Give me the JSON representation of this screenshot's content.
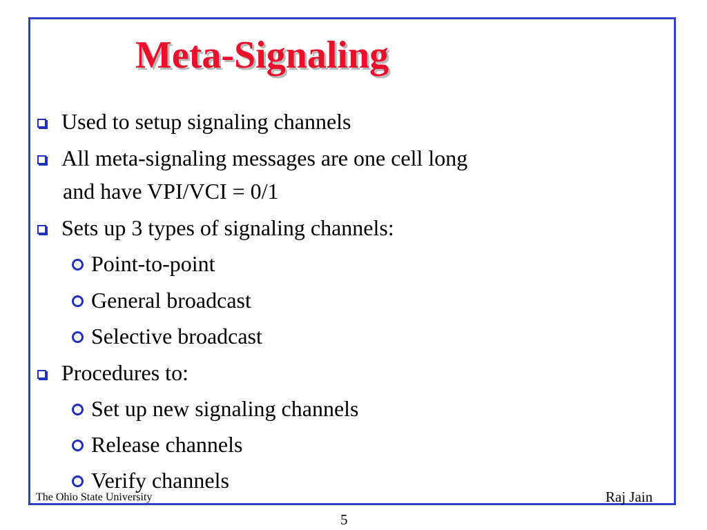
{
  "slide": {
    "title": "Meta-Signaling",
    "bullets": [
      {
        "text": "Used to setup signaling channels",
        "icon": "square-bullet-icon"
      },
      {
        "text": "All meta-signaling messages are one cell long",
        "continuation": "and have VPI/VCI = 0/1",
        "icon": "square-bullet-icon"
      },
      {
        "text": "Sets up 3 types of signaling channels:",
        "icon": "square-bullet-icon",
        "sub_items": [
          {
            "text": "Point-to-point",
            "icon": "ring-bullet-icon"
          },
          {
            "text": "General broadcast",
            "icon": "ring-bullet-icon"
          },
          {
            "text": "Selective broadcast",
            "icon": "ring-bullet-icon"
          }
        ]
      },
      {
        "text": "Procedures to:",
        "icon": "square-bullet-icon",
        "sub_items": [
          {
            "text": "Set up new signaling channels",
            "icon": "ring-bullet-icon"
          },
          {
            "text": "Release channels",
            "icon": "ring-bullet-icon"
          },
          {
            "text": "Verify channels",
            "icon": "ring-bullet-icon"
          }
        ]
      }
    ],
    "footer_left": "The Ohio State University",
    "footer_right": "Raj Jain",
    "page_number": "5"
  },
  "colors": {
    "title": "#e8102a",
    "title_shadow": "#b9b9b9",
    "frame": "#2f3fc8",
    "bullet": "#1f2fbf",
    "text": "#000000",
    "background": "#ffffff"
  }
}
